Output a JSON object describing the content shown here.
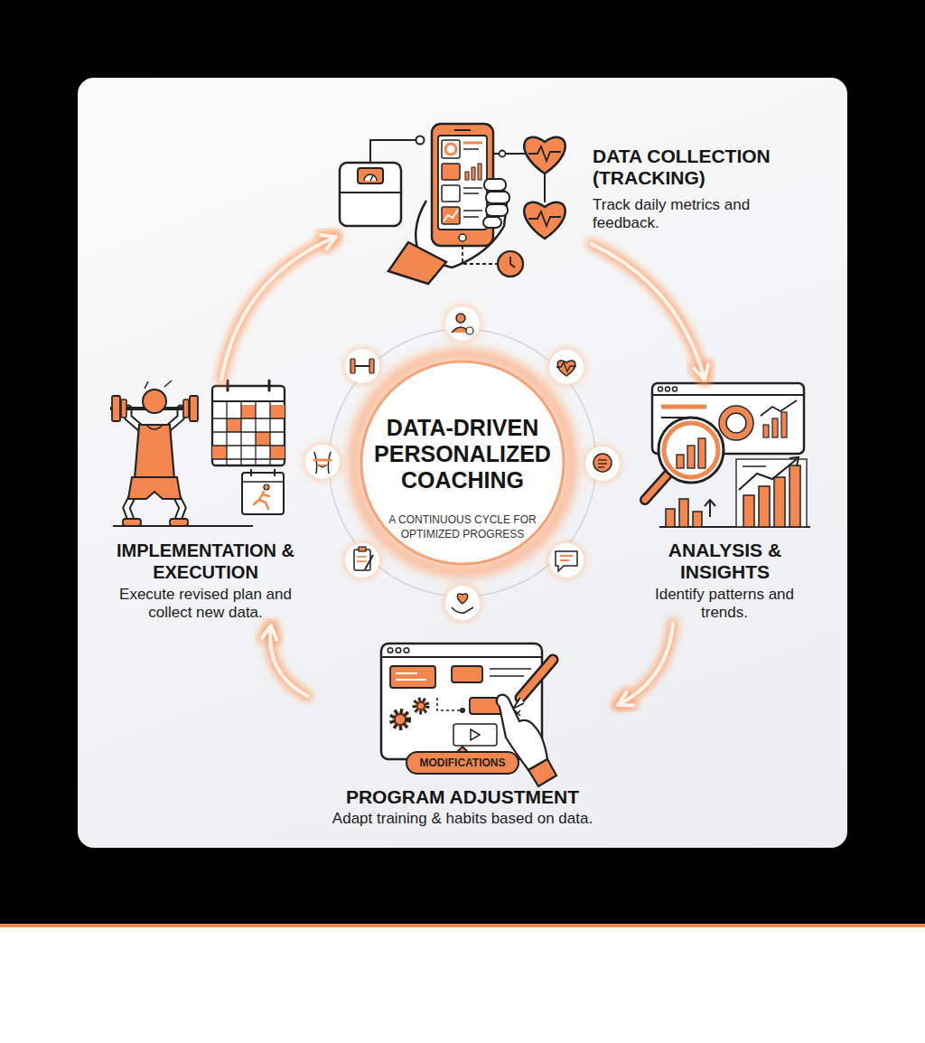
{
  "diagram": {
    "nodes": [
      {
        "text": [
          "DATA COLLECTION (TRACKING)",
          "Track daily metrics and feedback."
        ]
      },
      {
        "text": [
          "ANALYSIS & INSIGHTS",
          "Identify patterns and trends."
        ]
      },
      {
        "text": [
          "PROGRAM ADJUSTMENT",
          "Adapt training & habits based on data."
        ]
      },
      {
        "text": [
          "IMPLEMENTATION & EXECUTION",
          "Execute revised plan and collect new data."
        ]
      },
      {
        "text": [
          "DATA-DRIVEN PERSONALIZED COACHING",
          "A CONTINUOUS CYCLE FOR OPTIMIZED PROGRESS"
        ]
      }
    ],
    "edges": [
      {
        "from": 0,
        "to": 1,
        "arrow": "to"
      },
      {
        "from": 1,
        "to": 2,
        "arrow": "to"
      },
      {
        "from": 2,
        "to": 3,
        "arrow": "to"
      },
      {
        "from": 3,
        "to": 0,
        "arrow": "to"
      }
    ],
    "labels": [
      "MODIFICATIONS"
    ]
  }
}
